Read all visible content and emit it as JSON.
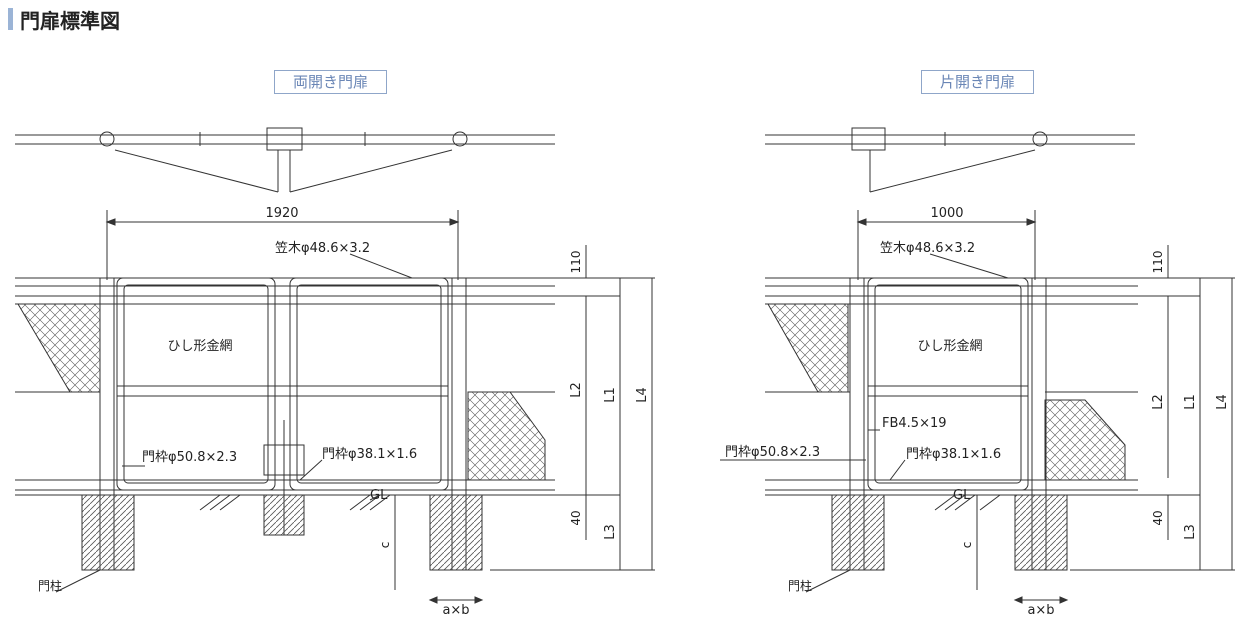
{
  "title": "門扉標準図",
  "left": {
    "caption": "両開き門扉",
    "width_dim": "1920",
    "top_rail": "笠木φ48.6×3.2",
    "mesh": "ひし形金網",
    "frame_outer": "門枠φ50.8×2.3",
    "frame_inner": "門枠φ38.1×1.6",
    "ground": "GL",
    "post": "門柱",
    "footing": "a×b",
    "dims": [
      "110",
      "L2",
      "L1",
      "L4",
      "40",
      "L3",
      "c"
    ]
  },
  "right": {
    "caption": "片開き門扉",
    "width_dim": "1000",
    "top_rail": "笠木φ48.6×3.2",
    "mesh": "ひし形金網",
    "flat_bar": "FB4.5×19",
    "frame_outer": "門枠φ50.8×2.3",
    "frame_inner": "門枠φ38.1×1.6",
    "ground": "GL",
    "post": "門柱",
    "footing": "a×b",
    "dims": [
      "110",
      "L2",
      "L1",
      "L4",
      "40",
      "L3",
      "c"
    ]
  },
  "colors": {
    "accent": "#9bb4d6",
    "caption": "#6a86b6",
    "line": "#333333"
  }
}
